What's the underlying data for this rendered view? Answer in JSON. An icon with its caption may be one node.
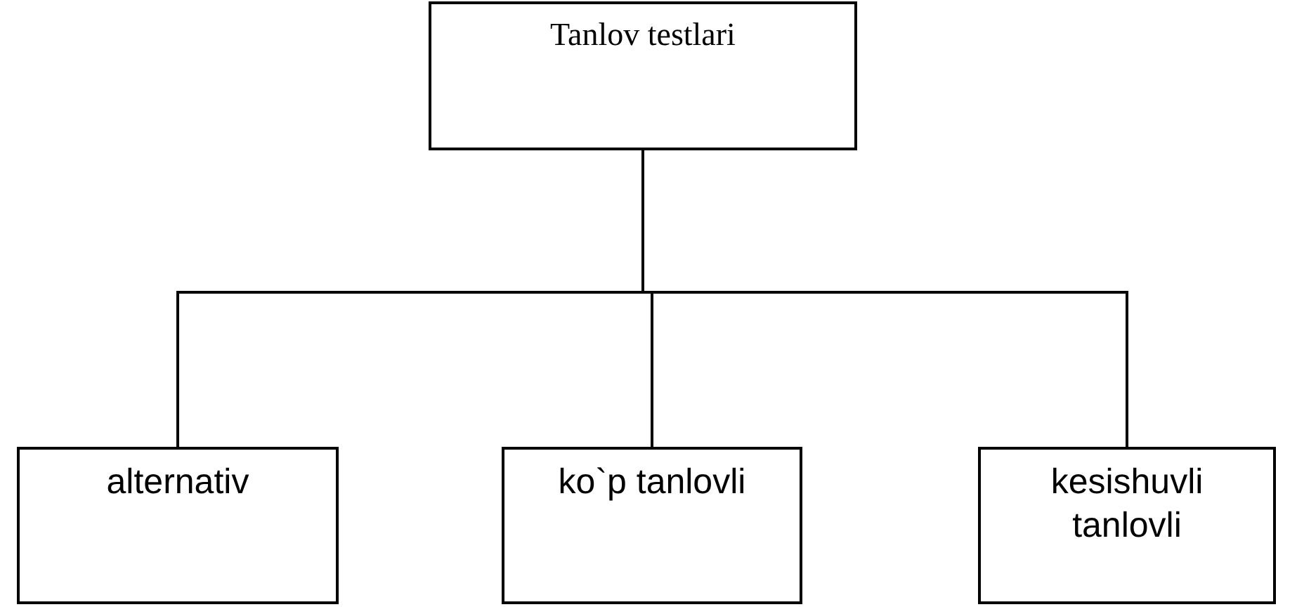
{
  "diagram": {
    "nodes": [
      {
        "text": [
          "Tanlov testlari"
        ]
      },
      {
        "text": [
          "alternativ"
        ]
      },
      {
        "text": [
          "ko`p tanlovli"
        ]
      },
      {
        "text": [
          "kesishuvli tanlovli"
        ]
      }
    ],
    "edges": [
      {
        "from": 0,
        "to": 1,
        "arrow": "none"
      },
      {
        "from": 0,
        "to": 2,
        "arrow": "none"
      },
      {
        "from": 0,
        "to": 3,
        "arrow": "none"
      }
    ]
  }
}
